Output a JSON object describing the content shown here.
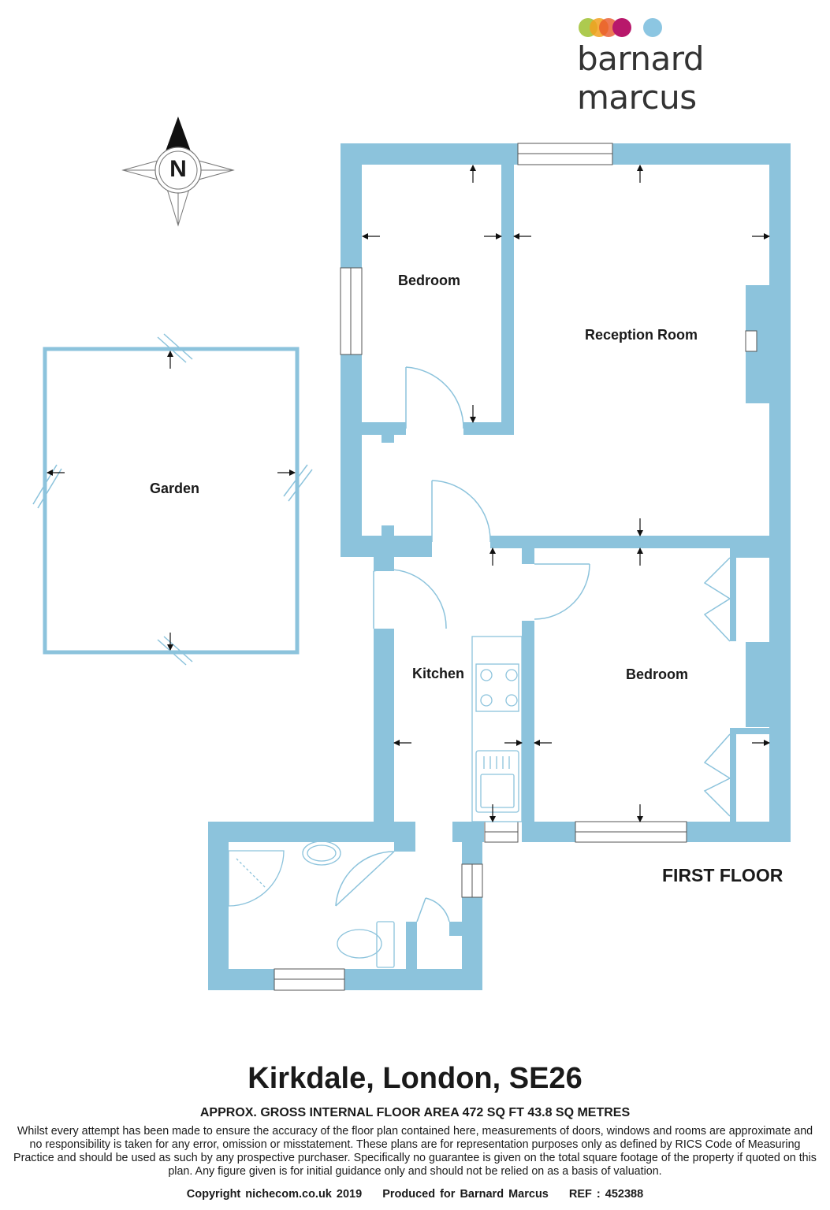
{
  "brand": {
    "name": "barnard marcus",
    "dot_colors": [
      "#a4c43c",
      "#f2a11f",
      "#e8572a",
      "#b8186b",
      "#8cc6e2"
    ]
  },
  "compass": {
    "letter": "N",
    "icon": "compass-rose-icon"
  },
  "rooms": {
    "bedroom_top": "Bedroom",
    "reception": "Reception Room",
    "garden": "Garden",
    "kitchen": "Kitchen",
    "bedroom_bottom": "Bedroom"
  },
  "floor_label": "FIRST FLOOR",
  "footer": {
    "title": "Kirkdale, London, SE26",
    "area": "APPROX. GROSS INTERNAL FLOOR AREA 472 SQ FT 43.8 SQ METRES",
    "disclaimer": "Whilst every attempt has been made to ensure the accuracy of the floor plan contained here, measurements of doors, windows and rooms are approximate and no responsibility is taken for any error, omission or misstatement. These plans are for representation purposes only as defined by RICS Code of Measuring Practice and should be used as such by any prospective purchaser.  Specifically no guarantee is given on the total square footage of the property if quoted on this plan. Any figure given is for initial guidance only and should not be relied on as a basis of valuation.",
    "copyright": "Copyright nichecom.co.uk 2019",
    "produced_for": "Produced for Barnard Marcus",
    "ref": "REF : 452388"
  },
  "colors": {
    "wall": "#8cc3dc",
    "outline": "#8cc3dc",
    "text": "#1a1a1a"
  }
}
